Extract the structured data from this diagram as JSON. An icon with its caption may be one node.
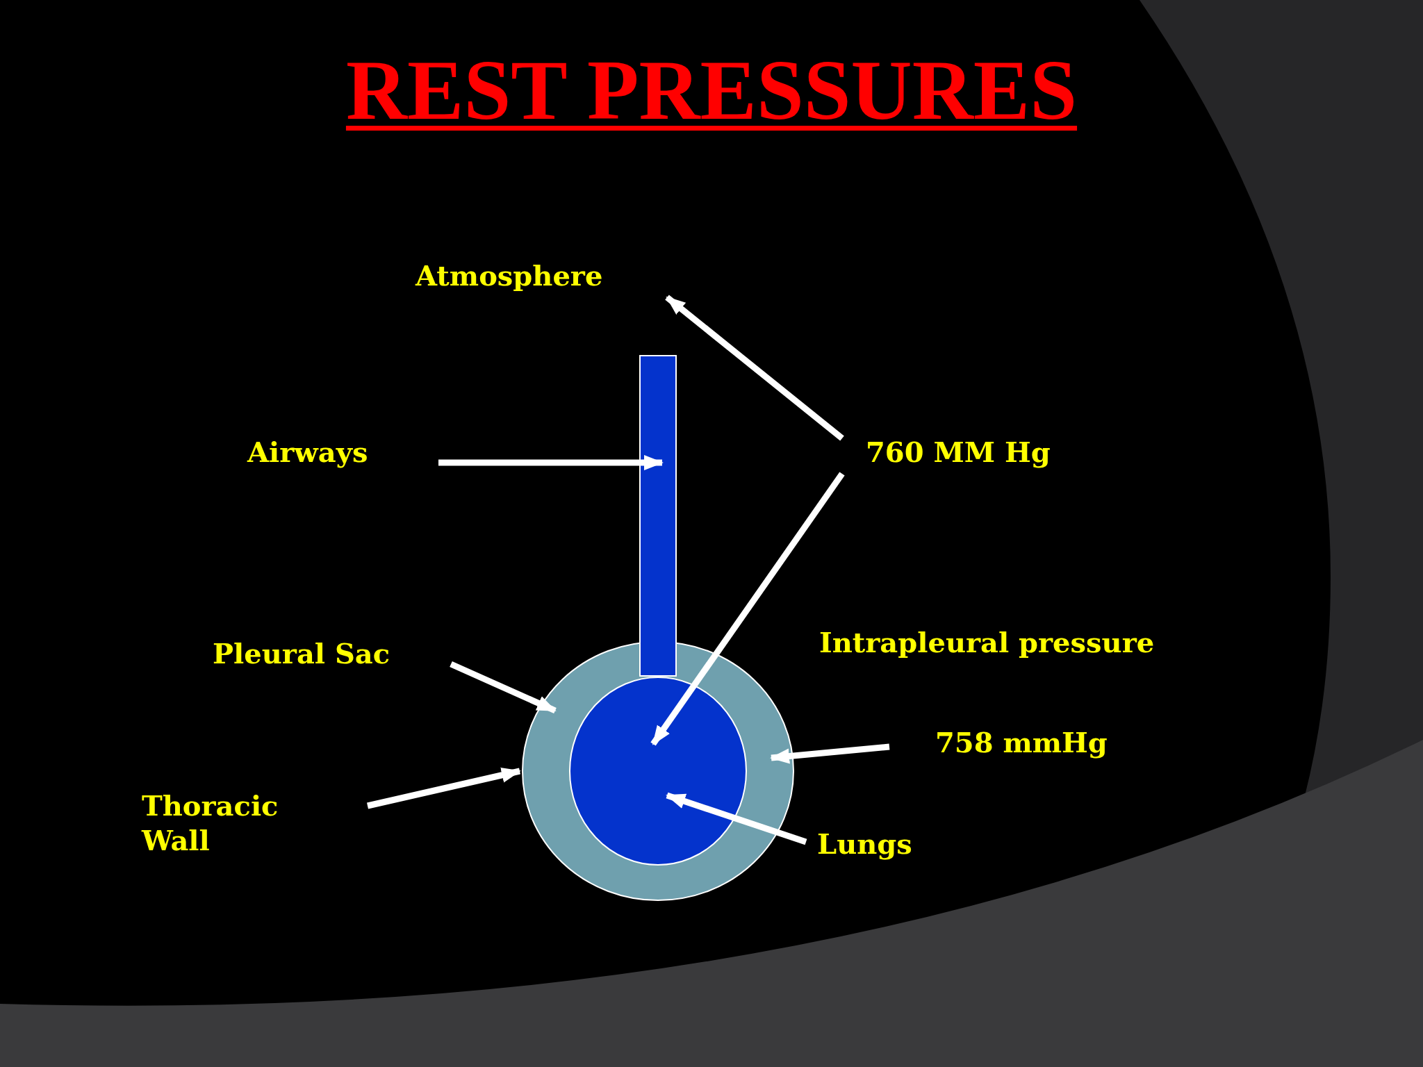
{
  "diagram": {
    "title": "REST PRESSURES",
    "nodes": [
      {
        "text": [
          "Atmosphere"
        ]
      },
      {
        "text": [
          "Airways"
        ]
      },
      {
        "text": [
          "760 MM Hg"
        ]
      },
      {
        "text": [
          "Pleural Sac"
        ]
      },
      {
        "text": [
          "758 mmHg"
        ]
      },
      {
        "text": [
          "Thoracic Wall"
        ]
      },
      {
        "text": [
          "Lungs"
        ]
      },
      {
        "text": [],
        "shape": "bar"
      },
      {
        "text": [],
        "shape": "circle"
      },
      {
        "text": [],
        "shape": "circle",
        "in": 8
      }
    ],
    "edges": [
      {
        "from": 2,
        "to": 0,
        "arrow": "to"
      },
      {
        "from": 2,
        "to": 9,
        "arrow": "to"
      },
      {
        "from": 1,
        "to": 7,
        "arrow": "to"
      },
      {
        "from": 3,
        "to": 8,
        "arrow": "to"
      },
      {
        "from": 5,
        "to": 8,
        "arrow": "to"
      },
      {
        "from": 4,
        "to": 8,
        "arrow": "to"
      },
      {
        "from": 6,
        "to": 9,
        "arrow": "to"
      }
    ],
    "labels": [
      "Intrapleural pressure"
    ]
  }
}
